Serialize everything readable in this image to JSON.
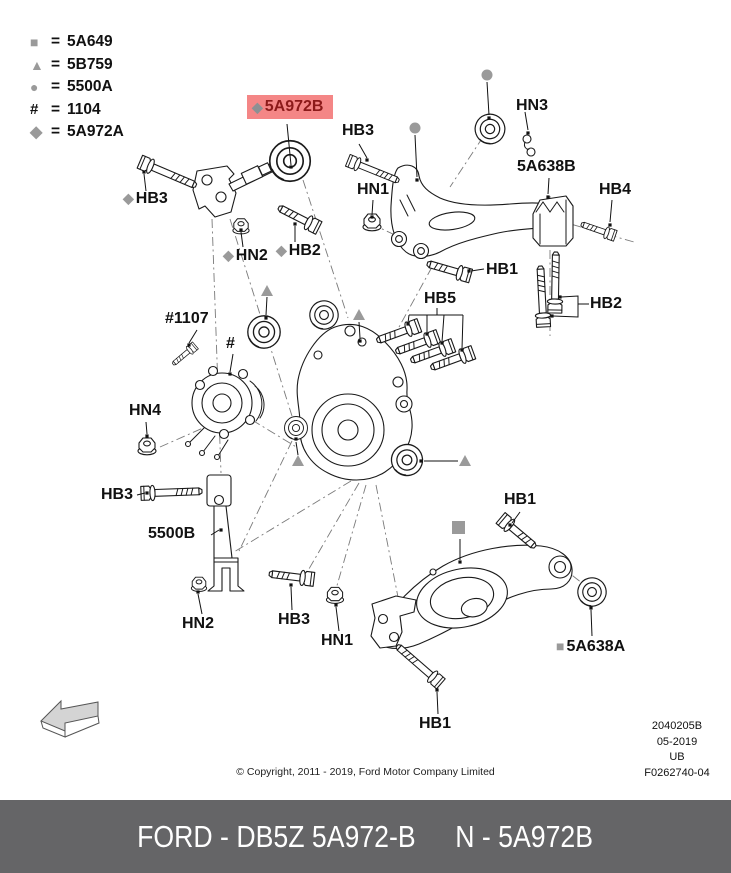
{
  "legend": {
    "eq": "=",
    "items": [
      {
        "sym": "■",
        "code": "5A649"
      },
      {
        "sym": "▲",
        "code": "5B759"
      },
      {
        "sym": "●",
        "code": "5500A"
      },
      {
        "sym": "#",
        "code": "1104"
      },
      {
        "sym": "◆",
        "code": "5A972A"
      }
    ]
  },
  "diagram": {
    "highlight": {
      "prefix": "◆",
      "text": "5A972B"
    },
    "labels": [
      {
        "text": "HB3"
      },
      {
        "text": "HN1"
      },
      {
        "text": "HN3"
      },
      {
        "text": "5A638B"
      },
      {
        "text": "HB4"
      },
      {
        "text": "HB1"
      },
      {
        "text": "HB2"
      },
      {
        "text": "HB5"
      },
      {
        "prefix": "◆",
        "text": "HB3"
      },
      {
        "prefix": "◆",
        "text": "HN2"
      },
      {
        "prefix": "◆",
        "text": "HB2"
      },
      {
        "text": "#1107"
      },
      {
        "text": "#"
      },
      {
        "text": "HN4"
      },
      {
        "text": "HB3"
      },
      {
        "text": "5500B"
      },
      {
        "text": "HN2"
      },
      {
        "text": "HB3"
      },
      {
        "text": "HN1"
      },
      {
        "text": "HB1"
      },
      {
        "text": "HB1"
      },
      {
        "prefix": "■",
        "text": "5A638A"
      }
    ],
    "corner_info": {
      "lines": [
        "2040205B",
        "05-2019",
        "UB",
        "F0262740-04"
      ]
    },
    "copyright": "© Copyright, 2011 - 2019, Ford Motor Company Limited"
  },
  "footer": {
    "part_number": "FORD - DB5Z 5A972-B",
    "callout_number": "N - 5A972B"
  },
  "colors": {
    "highlight_bg": "#f48686",
    "highlight_text": "#8c1a1a",
    "marker_gray": "#9a9a9a",
    "footer_bg": "#656567"
  }
}
